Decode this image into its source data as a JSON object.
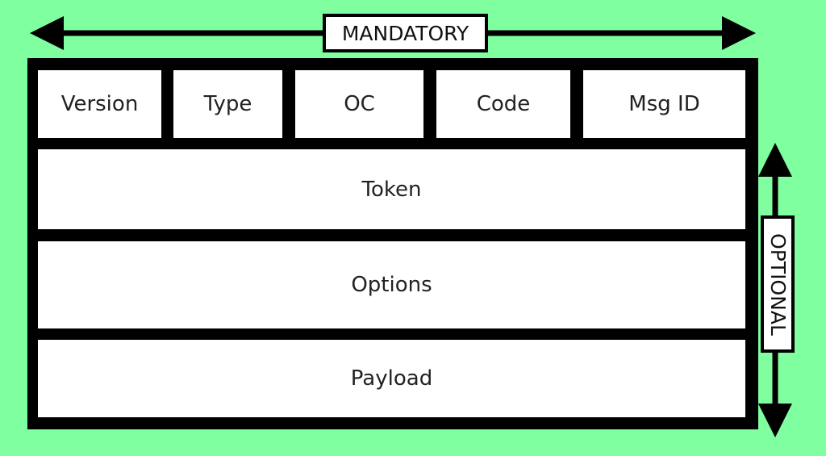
{
  "labels": {
    "mandatory": "MANDATORY",
    "optional": "OPTIONAL"
  },
  "header_fields": [
    "Version",
    "Type",
    "OC",
    "Code",
    "Msg ID"
  ],
  "sections": {
    "token": "Token",
    "options": "Options",
    "payload": "Payload"
  },
  "colors": {
    "background": "#7fff9f",
    "box_fill": "#ffffff",
    "frame": "#000000"
  }
}
